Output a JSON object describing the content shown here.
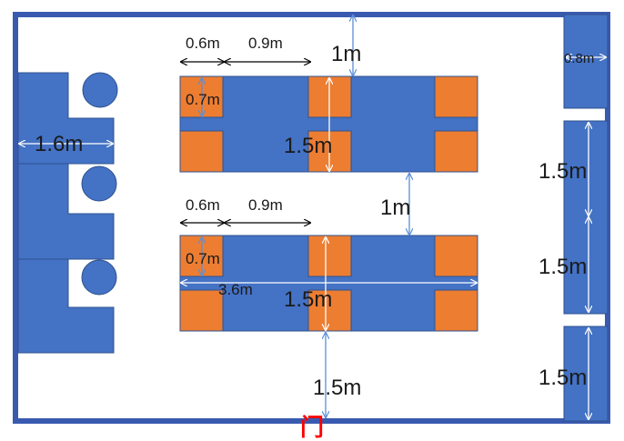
{
  "labels": {
    "top_gap": "1m",
    "cabinet_top": "0.8m",
    "left_desk": "1.6m",
    "t1_w_chair": "0.6m",
    "t1_w_gap": "0.9m",
    "t1_h_chair": "0.7m",
    "t1_depth": "1.5m",
    "middle_gap": "1m",
    "t2_w_chair": "0.6m",
    "t2_w_gap": "0.9m",
    "t2_h_chair": "0.7m",
    "t2_length": "3.6m",
    "t2_depth": "1.5m",
    "right_1": "1.5m",
    "right_2": "1.5m",
    "right_3": "1.5m",
    "bottom_gap": "1.5m",
    "door": "门"
  },
  "colors": {
    "wall": "#3a5ab0",
    "furniture": "#4472c4",
    "chair": "#ed7d31",
    "dimension": "#5b8fd6",
    "door": "#ff0000"
  }
}
